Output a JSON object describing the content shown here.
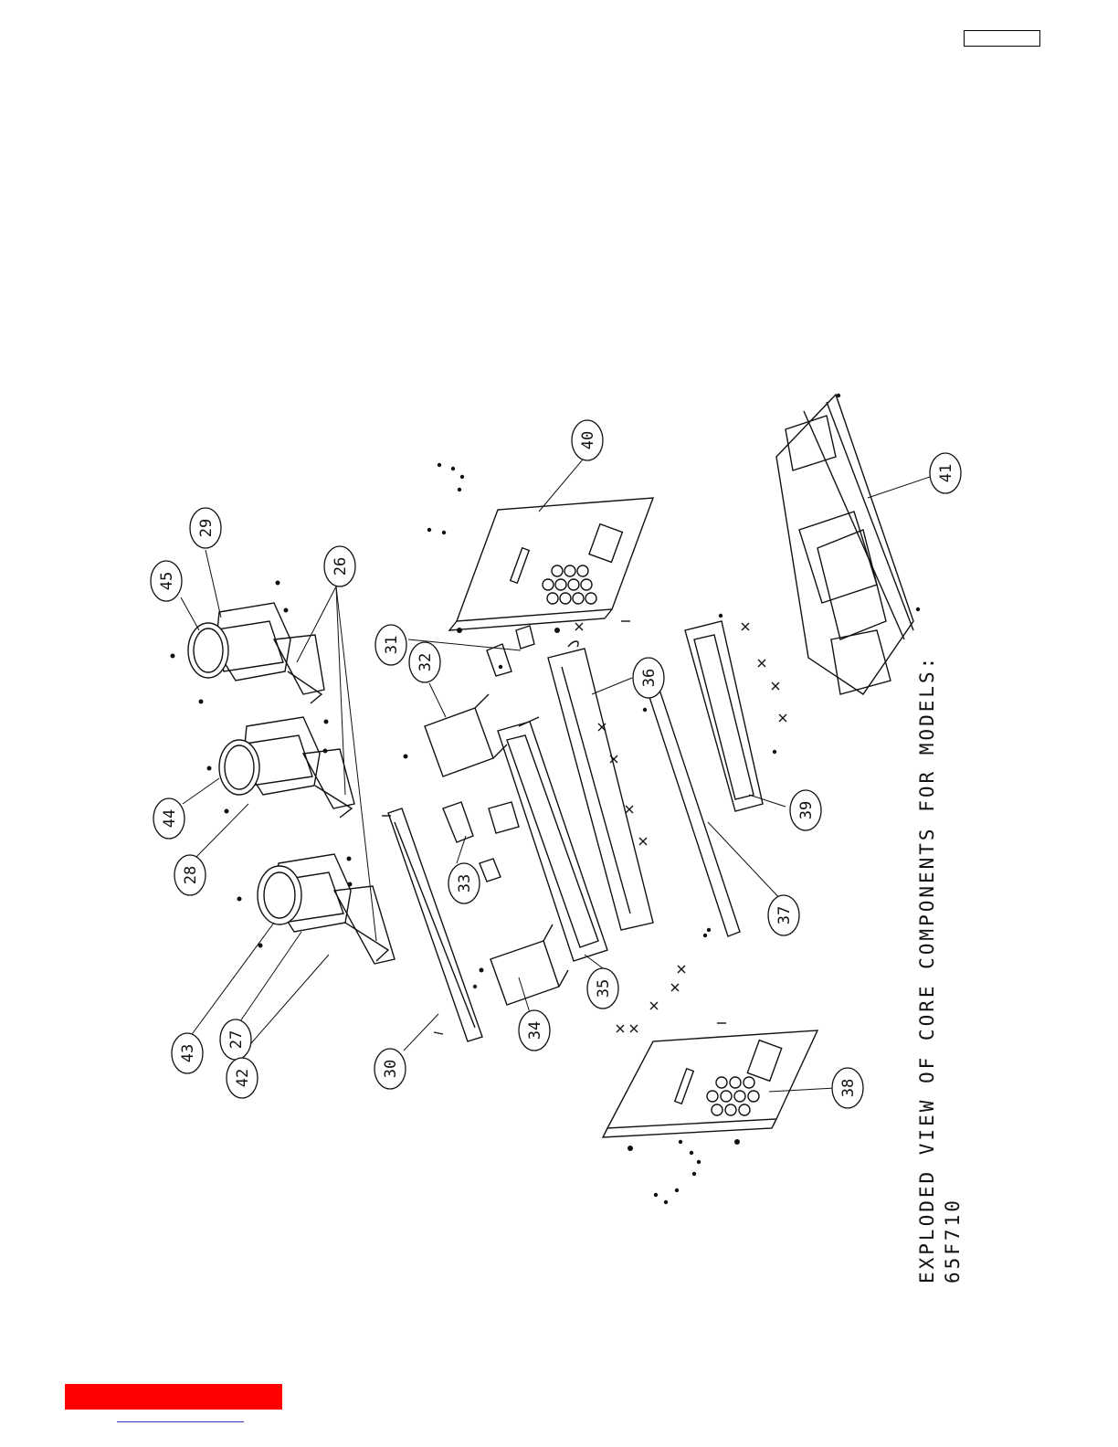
{
  "colors": {
    "ink": "#111111",
    "accent_bar": "#ff0000",
    "link": "#3333cc"
  },
  "diagram": {
    "caption_line1": "EXPLODED VIEW OF CORE COMPONENTS FOR MODELS:",
    "caption_line2": "65F710",
    "callouts": [
      "45",
      "29",
      "26",
      "44",
      "28",
      "43",
      "27",
      "42",
      "30",
      "31",
      "32",
      "33",
      "34",
      "35",
      "36",
      "37",
      "38",
      "39",
      "40",
      "41"
    ]
  },
  "top_label_box": {
    "text": ""
  },
  "footer": {
    "link_text": ""
  }
}
